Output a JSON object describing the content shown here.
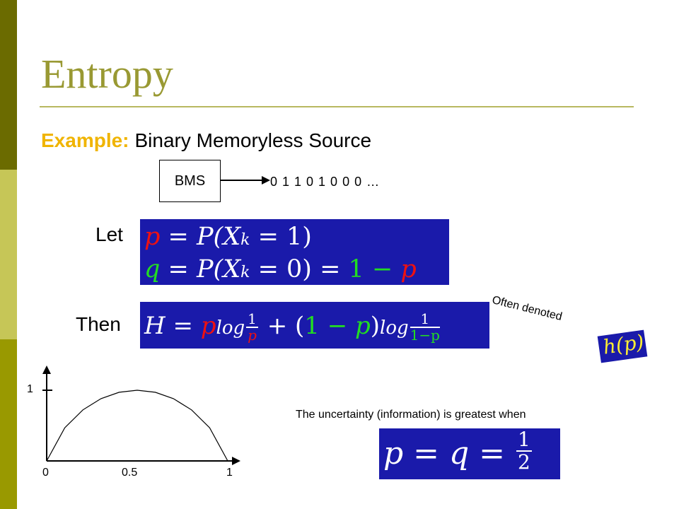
{
  "slide": {
    "title": "Entropy",
    "example_label": "Example:",
    "example_text": "Binary Memoryless Source",
    "source_label": "BMS",
    "bit_sequence": "0 1 1 0 1 0 0 0 …",
    "let_label": "Let",
    "then_label": "Then",
    "eq_p": {
      "lhs": "p",
      "rel": " = ",
      "expr": "P(X",
      "sub": "k",
      "rest": " = 1)"
    },
    "eq_q": {
      "lhs": "q",
      "rel": " = ",
      "expr": "P(X",
      "sub": "k",
      "rest": " = 0) = ",
      "one": "1",
      "minus": " − ",
      "p": "p"
    },
    "entropy": {
      "H": "H",
      "eq": " = ",
      "p": "p",
      "log": "log",
      "num1": "1",
      "den1": "p",
      "plus": " + (",
      "one": "1",
      "minus": " − ",
      "p2": "p",
      "close": ")",
      "log2": "log",
      "num2": "1",
      "den2": "1−p"
    },
    "often_denoted": "Often denoted",
    "h_of_p": "h(p)",
    "greatest_text": "The uncertainty (information) is greatest when",
    "pq_eq": {
      "p": "p",
      "eq1": " = ",
      "q": "q",
      "eq2": " = ",
      "num": "1",
      "den": "2"
    }
  },
  "chart_data": {
    "type": "line",
    "series": [
      {
        "x": [
          0,
          0.1,
          0.2,
          0.3,
          0.4,
          0.5,
          0.6,
          0.7,
          0.8,
          0.9,
          1
        ],
        "y": [
          0,
          0.469,
          0.722,
          0.881,
          0.971,
          1,
          0.971,
          0.881,
          0.722,
          0.469,
          0
        ]
      }
    ],
    "xticks": [
      "0",
      "0.5",
      "1"
    ],
    "yticks": [
      "1"
    ],
    "xlim": [
      0,
      1
    ],
    "ylim": [
      0,
      1
    ]
  }
}
